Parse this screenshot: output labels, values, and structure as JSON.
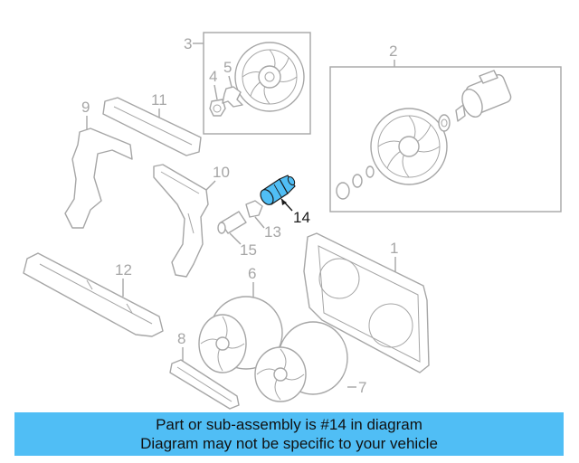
{
  "callouts": {
    "c1": "1",
    "c2": "2",
    "c3": "3",
    "c4": "4",
    "c5": "5",
    "c6": "6",
    "c7": "7",
    "c8": "8",
    "c9": "9",
    "c10": "10",
    "c11": "11",
    "c12": "12",
    "c13": "13",
    "c14": "14",
    "c15": "15"
  },
  "highlight": {
    "part": "14",
    "color": "#50bef5"
  },
  "banner": {
    "line1": "Part or sub-assembly is #14 in diagram",
    "line2": "Diagram may not be specific to your vehicle",
    "background": "#50bef5"
  }
}
